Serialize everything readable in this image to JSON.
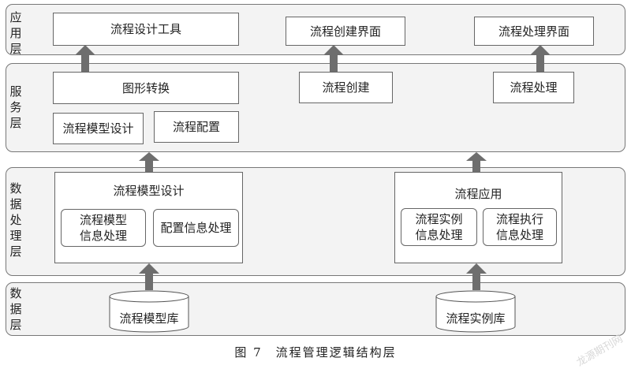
{
  "layers": {
    "app": {
      "label": "应用层"
    },
    "service": {
      "label": "服务层"
    },
    "processing": {
      "label": "数据处理层"
    },
    "data": {
      "label": "数据层"
    }
  },
  "app": {
    "tool": "流程设计工具",
    "create_ui": "流程创建界面",
    "process_ui": "流程处理界面"
  },
  "service": {
    "graph_convert": "图形转换",
    "model_design": "流程模型设计",
    "config": "流程配置",
    "create": "流程创建",
    "process": "流程处理"
  },
  "processing": {
    "left_title": "流程模型设计",
    "model_info_1": "流程模型",
    "model_info_2": "信息处理",
    "config_info": "配置信息处理",
    "right_title": "流程应用",
    "instance_1": "流程实例",
    "instance_2": "信息处理",
    "exec_1": "流程执行",
    "exec_2": "信息处理"
  },
  "data": {
    "model_db": "流程模型库",
    "instance_db": "流程实例库"
  },
  "caption": "图 7　流程管理逻辑结构层",
  "watermark": "龙源期刊网"
}
